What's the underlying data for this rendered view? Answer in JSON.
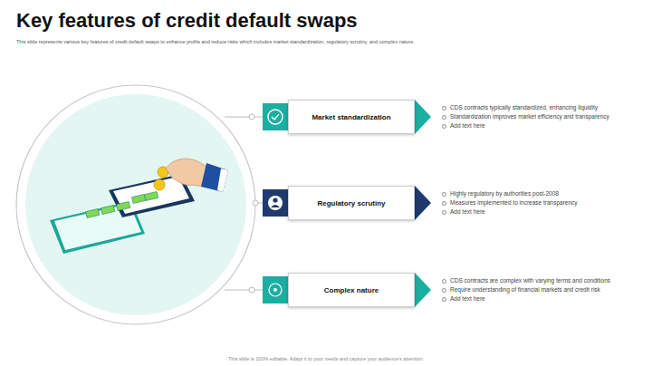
{
  "diagram": {
    "title": "Key features of credit default swaps",
    "nodes": [
      {
        "text": [
          "Market standardization"
        ]
      },
      {
        "text": [
          "Regulatory scrutiny"
        ]
      },
      {
        "text": [
          "Complex nature"
        ]
      }
    ],
    "labels": [
      "This slide represents various key features of credit default swaps to enhance profits and reduce risks which includes market standardization, regulatory scrutiny, and complex nature.",
      "CDS contracts typically standardized, enhancing liquidity",
      "Standardization improves market efficiency and transparency",
      "Add text here",
      "Highly regulatory by authorities post-2008",
      "Measures implemented to increase transparency",
      "Add text here",
      "CDS contracts are complex with varying terms and conditions",
      "Require understanding of financial markets and credit risk",
      "Add text here",
      "This slide is 100% editable. Adapt it to your needs and capture your audience's attention."
    ]
  }
}
